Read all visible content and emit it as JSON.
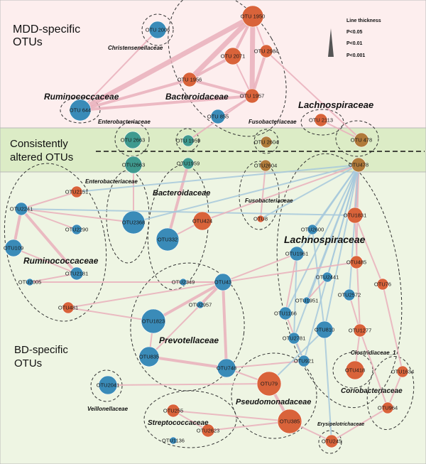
{
  "sections": {
    "mdd": "MDD-specific\nOTUs",
    "consistent": "Consistently\naltered OTUs",
    "bd": "BD-specific\nOTUs"
  },
  "legend": {
    "title": "Line thickness",
    "levels": [
      "P<0.05",
      "P<0.01",
      "P<0.001"
    ]
  },
  "colors": {
    "blue": "#3a8bb8",
    "orange": "#d9633a",
    "teal": "#3f9a8f",
    "olive": "#b07a3a",
    "pink": "#eab0bc",
    "lightblue": "#a7c9dc"
  },
  "families": [
    {
      "id": "christensenellaceae",
      "text": "Christensenellaceae",
      "size": 8
    },
    {
      "id": "ruminococcaceae-mdd",
      "text": "Ruminococcaceae",
      "size": 12
    },
    {
      "id": "bacteroidaceae-mdd",
      "text": "Bacteroidaceae",
      "size": 12
    },
    {
      "id": "enterobacteriaceae-mdd",
      "text": "Enterobacteriaceae",
      "size": 8
    },
    {
      "id": "lachnospiraceae-mdd",
      "text": "Lachnospiraceae",
      "size": 13
    },
    {
      "id": "fusobacteriaceae-mdd",
      "text": "Fusobacteriaceae",
      "size": 8
    },
    {
      "id": "enterobacteriaceae-bd",
      "text": "Enterobacteriaceae",
      "size": 8
    },
    {
      "id": "bacteroidaceae-bd",
      "text": "Bacteroidaceae",
      "size": 11
    },
    {
      "id": "fusobacteriaceae-bd",
      "text": "Fusobacteriaceae",
      "size": 8
    },
    {
      "id": "lachnospiraceae-bd",
      "text": "Lachnospiraceae",
      "size": 14
    },
    {
      "id": "ruminococcaceae-bd",
      "text": "Ruminococcaceae",
      "size": 12
    },
    {
      "id": "prevotellaceae",
      "text": "Prevotellaceae",
      "size": 12
    },
    {
      "id": "clostridiaceae",
      "text": "Clostridiaceae_1",
      "size": 8
    },
    {
      "id": "veillonellaceae",
      "text": "Veillonellaceae",
      "size": 8
    },
    {
      "id": "pseudomonadaceae",
      "text": "Pseudomonadaceae",
      "size": 11
    },
    {
      "id": "coriobacteriaceae",
      "text": "Coriobacteriaceae",
      "size": 10
    },
    {
      "id": "streptococcaceae",
      "text": "Streptococcaceae",
      "size": 10
    },
    {
      "id": "erysipelotrichaceae",
      "text": "Erysipelotrichaceae",
      "size": 7
    }
  ],
  "nodes": [
    {
      "id": "otu2006",
      "label": "OTU 2006",
      "color": "blue"
    },
    {
      "id": "otu1950",
      "label": "OTU 1950",
      "color": "orange"
    },
    {
      "id": "otu2071",
      "label": "OTU 2071",
      "color": "orange"
    },
    {
      "id": "otu2984",
      "label": "OTU 2984",
      "color": "orange"
    },
    {
      "id": "otu1956",
      "label": "OTU 1956",
      "color": "orange"
    },
    {
      "id": "otu1957",
      "label": "OTU 1957",
      "color": "orange"
    },
    {
      "id": "otu644",
      "label": "OTU 644",
      "color": "blue"
    },
    {
      "id": "otu855",
      "label": "OTU 855",
      "color": "blue"
    },
    {
      "id": "otu2113",
      "label": "OTU 2113",
      "color": "orange"
    },
    {
      "id": "otu478a",
      "label": "OTU 478",
      "color": "olive"
    },
    {
      "id": "otu2663a",
      "label": "OTU 2663",
      "color": "teal"
    },
    {
      "id": "otu1959a",
      "label": "OTU 1959",
      "color": "teal"
    },
    {
      "id": "otu2604a",
      "label": "OTU 2604",
      "color": "olive"
    },
    {
      "id": "otu2663b",
      "label": "OTU2663",
      "color": "teal"
    },
    {
      "id": "otu1959b",
      "label": "OTU1959",
      "color": "teal"
    },
    {
      "id": "otu2604b",
      "label": "OTU2604",
      "color": "olive"
    },
    {
      "id": "otu478b",
      "label": "OTU478",
      "color": "olive"
    },
    {
      "id": "otu2151",
      "label": "OTU2151",
      "color": "orange"
    },
    {
      "id": "otu2241",
      "label": "OTU2241",
      "color": "blue"
    },
    {
      "id": "otu2290",
      "label": "OTU2290",
      "color": "blue"
    },
    {
      "id": "otu109",
      "label": "OTU109",
      "color": "blue"
    },
    {
      "id": "otu2181",
      "label": "OTU2181",
      "color": "blue"
    },
    {
      "id": "otu2005",
      "label": "OTU2005",
      "color": "blue"
    },
    {
      "id": "otu481",
      "label": "OTU481",
      "color": "orange"
    },
    {
      "id": "otu2368",
      "label": "OTU2368",
      "color": "blue"
    },
    {
      "id": "otu424",
      "label": "OTU424",
      "color": "orange"
    },
    {
      "id": "otu332",
      "label": "OTU332",
      "color": "blue"
    },
    {
      "id": "otu8",
      "label": "OTU8",
      "color": "orange"
    },
    {
      "id": "otu1831",
      "label": "OTU1831",
      "color": "orange"
    },
    {
      "id": "otu2600",
      "label": "OTU2600",
      "color": "blue"
    },
    {
      "id": "otu1961",
      "label": "OTU1961",
      "color": "blue"
    },
    {
      "id": "otu485",
      "label": "OTU485",
      "color": "orange"
    },
    {
      "id": "otu2441",
      "label": "OTU2441",
      "color": "blue"
    },
    {
      "id": "otu76",
      "label": "OTU76",
      "color": "orange"
    },
    {
      "id": "otu2572",
      "label": "OTU2572",
      "color": "blue"
    },
    {
      "id": "otu1951",
      "label": "OTU1951",
      "color": "blue"
    },
    {
      "id": "otu1166",
      "label": "OTU1166",
      "color": "blue"
    },
    {
      "id": "otu1277",
      "label": "OTU1277",
      "color": "orange"
    },
    {
      "id": "otu2781",
      "label": "OTU2781",
      "color": "blue"
    },
    {
      "id": "otu810",
      "label": "OTU810",
      "color": "blue"
    },
    {
      "id": "otu921",
      "label": "OTU921",
      "color": "blue"
    },
    {
      "id": "otu2349",
      "label": "OTU2349",
      "color": "blue"
    },
    {
      "id": "otu43",
      "label": "OTU43",
      "color": "blue"
    },
    {
      "id": "otu2957",
      "label": "OTU2957",
      "color": "blue"
    },
    {
      "id": "otu1823",
      "label": "OTU1823",
      "color": "blue"
    },
    {
      "id": "otu835",
      "label": "OTU835",
      "color": "blue"
    },
    {
      "id": "otu748",
      "label": "OTU748",
      "color": "blue"
    },
    {
      "id": "otu418",
      "label": "OTU418",
      "color": "orange"
    },
    {
      "id": "otu1634",
      "label": "OTU1634",
      "color": "orange"
    },
    {
      "id": "otu2041",
      "label": "OTU2041",
      "color": "blue"
    },
    {
      "id": "otu79",
      "label": "OTU79",
      "color": "orange"
    },
    {
      "id": "otu964",
      "label": "OTU964",
      "color": "orange"
    },
    {
      "id": "otu255",
      "label": "OTU255",
      "color": "orange"
    },
    {
      "id": "otu2623",
      "label": "OTU2623",
      "color": "orange"
    },
    {
      "id": "otu385",
      "label": "OTU385",
      "color": "orange"
    },
    {
      "id": "otu1136",
      "label": "OTU1136",
      "color": "blue"
    },
    {
      "id": "otu245",
      "label": "OTU245",
      "color": "orange"
    }
  ],
  "edges": [
    {
      "a": "otu1950",
      "b": "otu644",
      "p": "P<0.001",
      "sign": "pos"
    },
    {
      "a": "otu1950",
      "b": "otu1956",
      "p": "P<0.001",
      "sign": "pos"
    },
    {
      "a": "otu1950",
      "b": "otu1957",
      "p": "P<0.001",
      "sign": "pos"
    },
    {
      "a": "otu1950",
      "b": "otu2071",
      "p": "P<0.01",
      "sign": "pos"
    },
    {
      "a": "otu1950",
      "b": "otu2984",
      "p": "P<0.05",
      "sign": "pos"
    },
    {
      "a": "otu2071",
      "b": "otu1956",
      "p": "P<0.01",
      "sign": "pos"
    },
    {
      "a": "otu2071",
      "b": "otu1957",
      "p": "P<0.05",
      "sign": "pos"
    },
    {
      "a": "otu1956",
      "b": "otu1957",
      "p": "P<0.01",
      "sign": "pos"
    },
    {
      "a": "otu1956",
      "b": "otu644",
      "p": "P<0.01",
      "sign": "pos"
    },
    {
      "a": "otu1957",
      "b": "otu644",
      "p": "P<0.01",
      "sign": "pos"
    },
    {
      "a": "otu2006",
      "b": "otu644",
      "p": "P<0.05",
      "sign": "pos"
    },
    {
      "a": "otu1957",
      "b": "otu855",
      "p": "P<0.05",
      "sign": "pos"
    },
    {
      "a": "otu2984",
      "b": "otu1957",
      "p": "P<0.01",
      "sign": "pos"
    },
    {
      "a": "otu2984",
      "b": "otu478a",
      "p": "P<0.05",
      "sign": "pos"
    },
    {
      "a": "otu2113",
      "b": "otu478a",
      "p": "P<0.05",
      "sign": "pos"
    },
    {
      "a": "otu1957",
      "b": "otu1959a",
      "p": "P<0.05",
      "sign": "pos"
    },
    {
      "a": "otu2663b",
      "b": "otu2368",
      "p": "P<0.05",
      "sign": "pos"
    },
    {
      "a": "otu1959b",
      "b": "otu332",
      "p": "P<0.01",
      "sign": "pos"
    },
    {
      "a": "otu2604b",
      "b": "otu8",
      "p": "P<0.05",
      "sign": "pos"
    },
    {
      "a": "otu2151",
      "b": "otu2241",
      "p": "P<0.05",
      "sign": "pos"
    },
    {
      "a": "otu2241",
      "b": "otu109",
      "p": "P<0.01",
      "sign": "pos"
    },
    {
      "a": "otu2241",
      "b": "otu2290",
      "p": "P<0.05",
      "sign": "pos"
    },
    {
      "a": "otu2241",
      "b": "otu2181",
      "p": "P<0.01",
      "sign": "pos"
    },
    {
      "a": "otu2181",
      "b": "otu2005",
      "p": "P<0.05",
      "sign": "pos"
    },
    {
      "a": "otu2181",
      "b": "otu109",
      "p": "P<0.05",
      "sign": "pos"
    },
    {
      "a": "otu2241",
      "b": "otu2368",
      "p": "P<0.05",
      "sign": "pos"
    },
    {
      "a": "otu2241",
      "b": "otu1831",
      "p": "P<0.05",
      "sign": "neg"
    },
    {
      "a": "otu2151",
      "b": "otu478b",
      "p": "P<0.05",
      "sign": "neg"
    },
    {
      "a": "otu2368",
      "b": "otu478b",
      "p": "P<0.05",
      "sign": "neg"
    },
    {
      "a": "otu424",
      "b": "otu478b",
      "p": "P<0.05",
      "sign": "pos"
    },
    {
      "a": "otu424",
      "b": "otu332",
      "p": "P<0.05",
      "sign": "pos"
    },
    {
      "a": "otu8",
      "b": "otu478b",
      "p": "P<0.05",
      "sign": "neg"
    },
    {
      "a": "otu478b",
      "b": "otu1831",
      "p": "P<0.01",
      "sign": "pos"
    },
    {
      "a": "otu478b",
      "b": "otu1961",
      "p": "P<0.05",
      "sign": "neg"
    },
    {
      "a": "otu478b",
      "b": "otu2600",
      "p": "P<0.05",
      "sign": "neg"
    },
    {
      "a": "otu478b",
      "b": "otu485",
      "p": "P<0.05",
      "sign": "pos"
    },
    {
      "a": "otu478b",
      "b": "otu2441",
      "p": "P<0.05",
      "sign": "neg"
    },
    {
      "a": "otu478b",
      "b": "otu2572",
      "p": "P<0.05",
      "sign": "neg"
    },
    {
      "a": "otu478b",
      "b": "otu1166",
      "p": "P<0.05",
      "sign": "neg"
    },
    {
      "a": "otu478b",
      "b": "otu810",
      "p": "P<0.05",
      "sign": "neg"
    },
    {
      "a": "otu478b",
      "b": "otu2781",
      "p": "P<0.05",
      "sign": "neg"
    },
    {
      "a": "otu478b",
      "b": "otu921",
      "p": "P<0.05",
      "sign": "neg"
    },
    {
      "a": "otu478b",
      "b": "otu1951",
      "p": "P<0.05",
      "sign": "neg"
    },
    {
      "a": "otu1831",
      "b": "otu76",
      "p": "P<0.05",
      "sign": "pos"
    },
    {
      "a": "otu1831",
      "b": "otu1277",
      "p": "P<0.05",
      "sign": "pos"
    },
    {
      "a": "otu1961",
      "b": "otu1166",
      "p": "P<0.05",
      "sign": "pos"
    },
    {
      "a": "otu1961",
      "b": "otu2781",
      "p": "P<0.05",
      "sign": "neg"
    },
    {
      "a": "otu2600",
      "b": "otu810",
      "p": "P<0.05",
      "sign": "neg"
    },
    {
      "a": "otu2441",
      "b": "otu1951",
      "p": "P<0.05",
      "sign": "pos"
    },
    {
      "a": "otu2572",
      "b": "otu1277",
      "p": "P<0.05",
      "sign": "pos"
    },
    {
      "a": "otu1166",
      "b": "otu921",
      "p": "P<0.05",
      "sign": "pos"
    },
    {
      "a": "otu810",
      "b": "otu245",
      "p": "P<0.05",
      "sign": "neg"
    },
    {
      "a": "otu2781",
      "b": "otu921",
      "p": "P<0.05",
      "sign": "neg"
    },
    {
      "a": "otu43",
      "b": "otu2957",
      "p": "P<0.01",
      "sign": "pos"
    },
    {
      "a": "otu43",
      "b": "otu1823",
      "p": "P<0.01",
      "sign": "pos"
    },
    {
      "a": "otu43",
      "b": "otu748",
      "p": "P<0.01",
      "sign": "pos"
    },
    {
      "a": "otu43",
      "b": "otu2349",
      "p": "P<0.05",
      "sign": "pos"
    },
    {
      "a": "otu2957",
      "b": "otu835",
      "p": "P<0.05",
      "sign": "pos"
    },
    {
      "a": "otu1823",
      "b": "otu835",
      "p": "P<0.05",
      "sign": "pos"
    },
    {
      "a": "otu835",
      "b": "otu748",
      "p": "P<0.01",
      "sign": "pos"
    },
    {
      "a": "otu2005",
      "b": "otu43",
      "p": "P<0.05",
      "sign": "pos"
    },
    {
      "a": "otu481",
      "b": "otu43",
      "p": "P<0.05",
      "sign": "pos"
    },
    {
      "a": "otu481",
      "b": "otu1823",
      "p": "P<0.05",
      "sign": "pos"
    },
    {
      "a": "otu43",
      "b": "otu1961",
      "p": "P<0.05",
      "sign": "pos"
    },
    {
      "a": "otu43",
      "b": "otu485",
      "p": "P<0.05",
      "sign": "pos"
    },
    {
      "a": "otu748",
      "b": "otu921",
      "p": "P<0.05",
      "sign": "pos"
    },
    {
      "a": "otu748",
      "b": "otu79",
      "p": "P<0.05",
      "sign": "pos"
    },
    {
      "a": "otu79",
      "b": "otu385",
      "p": "P<0.01",
      "sign": "pos"
    },
    {
      "a": "otu79",
      "b": "otu2041",
      "p": "P<0.05",
      "sign": "pos"
    },
    {
      "a": "otu79",
      "b": "otu810",
      "p": "P<0.05",
      "sign": "neg"
    },
    {
      "a": "otu385",
      "b": "otu255",
      "p": "P<0.05",
      "sign": "pos"
    },
    {
      "a": "otu385",
      "b": "otu2623",
      "p": "P<0.05",
      "sign": "pos"
    },
    {
      "a": "otu255",
      "b": "otu2623",
      "p": "P<0.05",
      "sign": "pos"
    },
    {
      "a": "otu385",
      "b": "otu245",
      "p": "P<0.05",
      "sign": "pos"
    },
    {
      "a": "otu418",
      "b": "otu1277",
      "p": "P<0.05",
      "sign": "pos"
    },
    {
      "a": "otu1634",
      "b": "otu964",
      "p": "P<0.05",
      "sign": "pos"
    },
    {
      "a": "otu964",
      "b": "otu245",
      "p": "P<0.05",
      "sign": "pos"
    },
    {
      "a": "otu1277",
      "b": "otu964",
      "p": "P<0.05",
      "sign": "pos"
    },
    {
      "a": "otu76",
      "b": "otu1634",
      "p": "P<0.05",
      "sign": "pos"
    }
  ]
}
